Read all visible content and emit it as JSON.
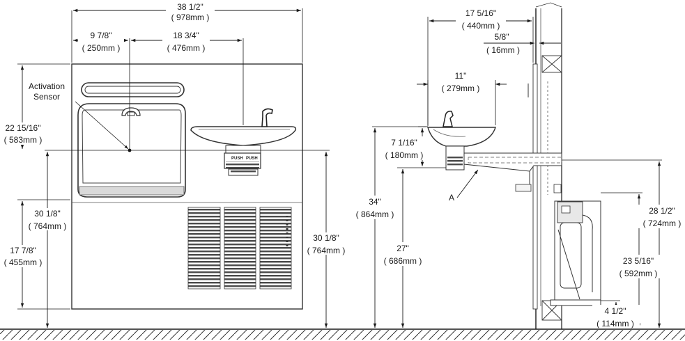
{
  "front_view": {
    "overall_width": {
      "imperial": "38 1/2\"",
      "metric": "( 978mm )"
    },
    "sensor_offset": {
      "imperial": "9 7/8\"",
      "metric": "( 250mm )"
    },
    "fountain_offset": {
      "imperial": "18 3/4\"",
      "metric": "( 476mm )"
    },
    "activation_sensor_label": [
      "Activation",
      "Sensor"
    ],
    "sensor_height_from_top": {
      "imperial": "22 15/16\"",
      "metric": "( 583mm )"
    },
    "cabinet_height": {
      "imperial": "17 7/8\"",
      "metric": "( 455mm )"
    },
    "sensor_height_floor": {
      "imperial": "30 1/8\"",
      "metric": "( 764mm )"
    },
    "bowl_height_floor": {
      "imperial": "30 1/8\"",
      "metric": "( 764mm )"
    },
    "push_label": "PUSH"
  },
  "side_view": {
    "projection": {
      "imperial": "17 5/16\"",
      "metric": "( 440mm )"
    },
    "wall_offset": {
      "imperial": "5/8\"",
      "metric": "( 16mm )"
    },
    "bowl_depth": {
      "imperial": "11\"",
      "metric": "( 279mm )"
    },
    "bowl_height": {
      "imperial": "7 1/16\"",
      "metric": "( 180mm )"
    },
    "rim_height": {
      "imperial": "34\"",
      "metric": "( 864mm )"
    },
    "knee_clearance": {
      "imperial": "27\"",
      "metric": "( 686mm )"
    },
    "callout_a": "A",
    "bracket_height": {
      "imperial": "28 1/2\"",
      "metric": "( 724mm )"
    },
    "filter_height": {
      "imperial": "23 5/16\"",
      "metric": "( 592mm )"
    },
    "floor_clearance": {
      "imperial": "4 1/2\"",
      "metric": "( 114mm )"
    }
  }
}
